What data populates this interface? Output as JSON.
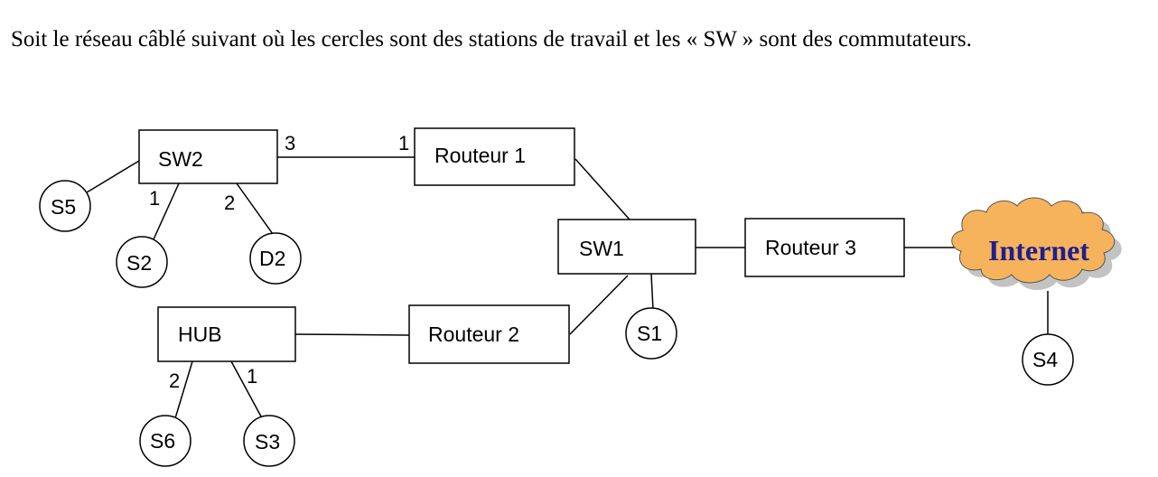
{
  "intro": "Soit le réseau câblé suivant où les cercles sont des stations de travail et  les « SW » sont des commutateurs.",
  "colors": {
    "cloud_fill": "#f6b35c",
    "cloud_text": "#1f1f8f"
  },
  "nodes": {
    "sw2": "SW2",
    "routeur1": "Routeur 1",
    "sw1": "SW1",
    "routeur3": "Routeur 3",
    "hub": "HUB",
    "routeur2": "Routeur 2",
    "internet": "Internet"
  },
  "stations": {
    "s5": "S5",
    "s2": "S2",
    "d2": "D2",
    "s1": "S1",
    "s4": "S4",
    "s6": "S6",
    "s3": "S3"
  },
  "ports": {
    "sw2_r1": "3",
    "r1_sw2": "1",
    "sw2_s2": "1",
    "sw2_d2": "2",
    "hub_s6": "2",
    "hub_s3": "1"
  }
}
